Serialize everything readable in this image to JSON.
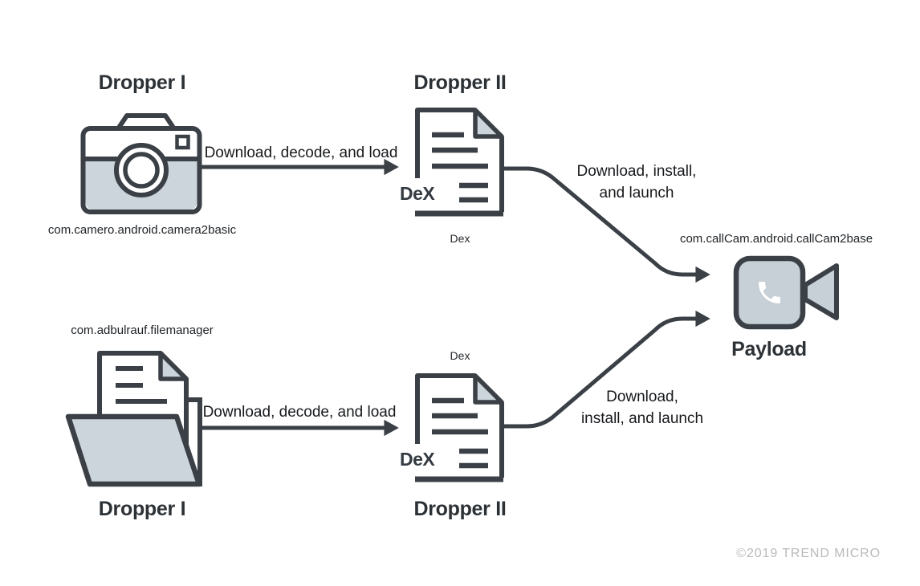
{
  "colors": {
    "ink": "#3a4046",
    "fill_light": "#ccd5db",
    "fill_payload": "#c7d0d7",
    "heading": "#2c3136",
    "text_dark": "#17191c",
    "muted": "#b7babd"
  },
  "flows": {
    "top": {
      "dropper1_title": "Dropper I",
      "dropper1_package": "com.camero.android.camera2basic",
      "dropper1_icon": "camera-icon",
      "load_arrow_label": "Download, decode, and load",
      "dropper2_title": "Dropper II",
      "dropper2_icon": "dex-document-icon",
      "dex_overlay": "DeX",
      "dex_caption": "Dex",
      "install_label_line1": "Download, install,",
      "install_label_line2": "and launch"
    },
    "bottom": {
      "dropper1_title": "Dropper I",
      "dropper1_package": "com.adbulrauf.filemanager",
      "dropper1_icon": "file-manager-icon",
      "load_arrow_label": "Download, decode, and load",
      "dropper2_title": "Dropper II",
      "dropper2_icon": "dex-document-icon",
      "dex_overlay": "DeX",
      "dex_caption": "Dex",
      "install_label_line1": "Download,",
      "install_label_line2": "install, and launch"
    }
  },
  "payload": {
    "package": "com.callCam.android.callCam2base",
    "title": "Payload",
    "icon": "video-call-payload-icon"
  },
  "footer": {
    "copyright": "©2019 TREND MICRO"
  }
}
